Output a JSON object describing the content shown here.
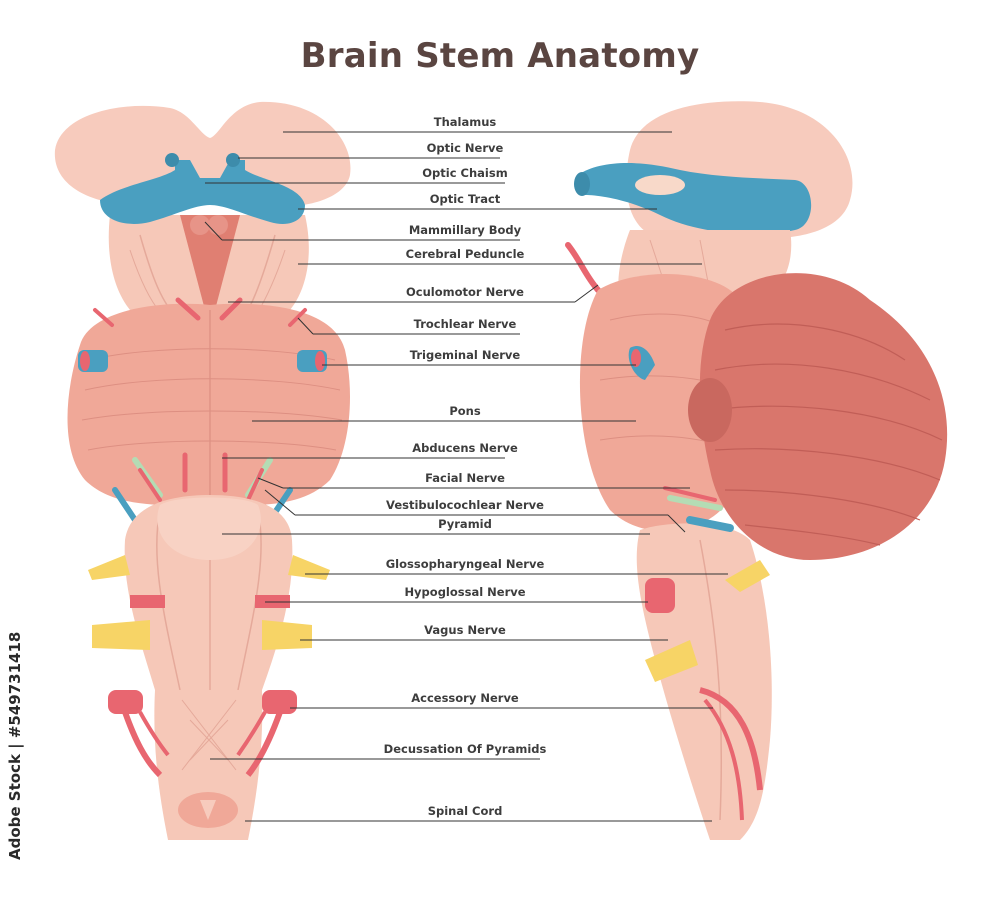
{
  "title": "Brain Stem Anatomy",
  "watermark": "Adobe Stock | #549731418",
  "colors": {
    "skin_light": "#f7cbbd",
    "tissue": "#f0a898",
    "tissue_dark": "#e08c80",
    "cerebellum": "#d9766c",
    "blue": "#4a9fc0",
    "yellow": "#f7d466",
    "red": "#e86670",
    "green": "#b4dcb4",
    "line": "#333333"
  },
  "labels": {
    "thalamus": "Thalamus",
    "optic_nerve": "Optic Nerve",
    "optic_chaism": "Optic Chaism",
    "optic_tract": "Optic Tract",
    "mammillary_body": "Mammillary Body",
    "cerebral_peduncle": "Cerebral Peduncle",
    "oculomotor_nerve": "Oculomotor Nerve",
    "trochlear_nerve": "Trochlear Nerve",
    "trigeminal_nerve": "Trigeminal Nerve",
    "pons": "Pons",
    "abducens_nerve": "Abducens Nerve",
    "facial_nerve": "Facial Nerve",
    "vestibulocochlear_nerve": "Vestibulocochlear Nerve",
    "pyramid": "Pyramid",
    "glossopharyngeal_nerve": "Glossopharyngeal Nerve",
    "hypoglossal_nerve": "Hypoglossal Nerve",
    "vagus_nerve": "Vagus Nerve",
    "accessory_nerve": "Accessory Nerve",
    "decussation_of_pyramids": "Decussation Of Pyramids",
    "spinal_cord": "Spinal Cord"
  }
}
